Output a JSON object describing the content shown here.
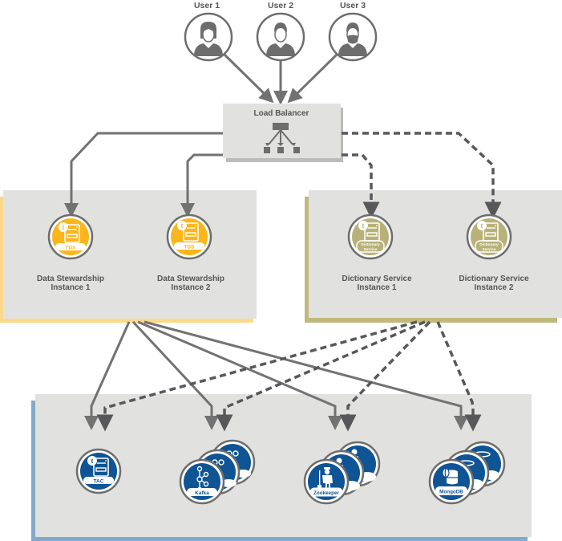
{
  "title": "Data Stewardship and Dictionary Service high-availability architecture",
  "colors": {
    "panel_gray": "#e1e1df",
    "tds_accent": "#fbb61b",
    "tds_shadow": "#fcd88a",
    "dictionary_accent": "#b8b27a",
    "dictionary_shadow": "#c0b97b",
    "backend_accent": "#0f5595",
    "backend_shadow": "#82aacb",
    "line_solid": "#727272",
    "line_dashed": "#58585a",
    "lb_shadow": "#bbbbbb"
  },
  "users": [
    {
      "label": "User 1",
      "icon": "female-user-icon"
    },
    {
      "label": "User 2",
      "icon": "male-user-icon"
    },
    {
      "label": "User 3",
      "icon": "bearded-user-icon"
    }
  ],
  "load_balancer": {
    "label": "Load Balancer",
    "icon": "load-balancer-tree-icon"
  },
  "data_stewardship": {
    "instances": [
      {
        "label_line1": "Data Stewardship",
        "label_line2": "Instance 1",
        "badge": "TDS"
      },
      {
        "label_line1": "Data Stewardship",
        "label_line2": "Instance 2",
        "badge": "TDS"
      }
    ]
  },
  "dictionary_service": {
    "instances": [
      {
        "label_line1": "Dictionary Service",
        "label_line2": "Instance 1",
        "badge_line1": "Dictionary",
        "badge_line2": "Service"
      },
      {
        "label_line1": "Dictionary Service",
        "label_line2": "Instance 2",
        "badge_line1": "Dictionary",
        "badge_line2": "Service"
      }
    ]
  },
  "backend": {
    "services": [
      {
        "badge": "TAC",
        "icon": "talend-server-icon",
        "stacked": false
      },
      {
        "badge": "Kafka",
        "icon": "kafka-icon",
        "stacked": true
      },
      {
        "badge": "Zookeeper",
        "icon": "zookeeper-icon",
        "stacked": true
      },
      {
        "badge": "MongoDB",
        "icon": "mongodb-icon",
        "stacked": true
      }
    ]
  },
  "connections": {
    "user_to_lb": "solid",
    "lb_to_data_stewardship": "solid",
    "lb_to_dictionary_service": "dashed",
    "data_stewardship_to_backend": "solid",
    "dictionary_service_to_backend": "dashed"
  }
}
